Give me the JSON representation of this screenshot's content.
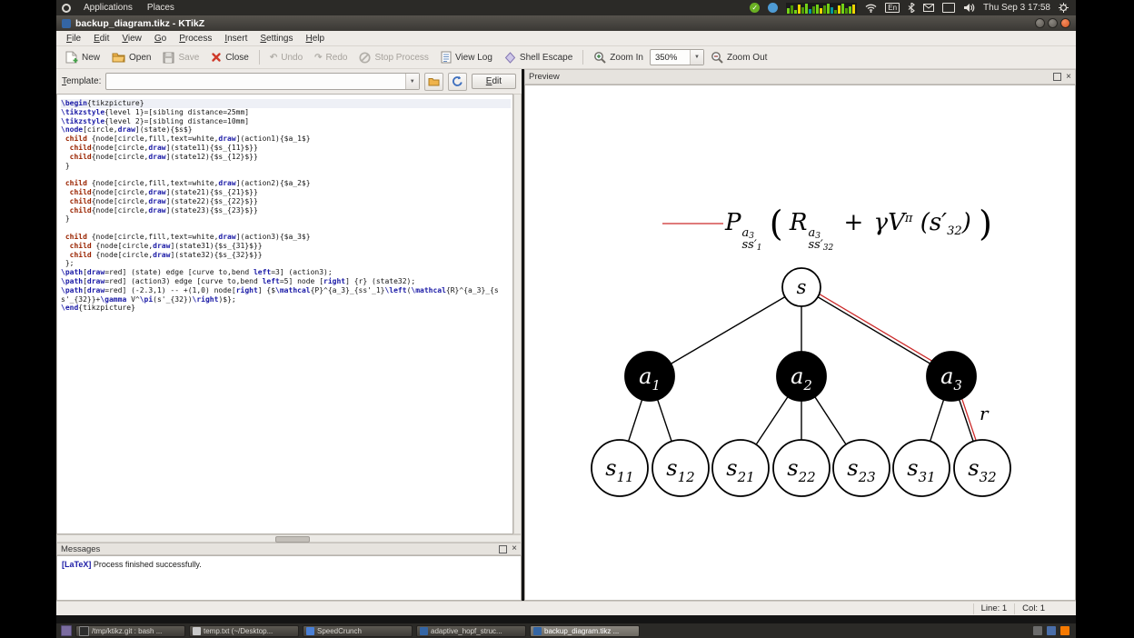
{
  "top_panel": {
    "menus": [
      "Applications",
      "Places"
    ],
    "keyboard_indicator": "En",
    "clock": "Thu Sep 3 17:58"
  },
  "titlebar": {
    "title": "backup_diagram.tikz - KTikZ"
  },
  "menubar": {
    "items": [
      "File",
      "Edit",
      "View",
      "Go",
      "Process",
      "Insert",
      "Settings",
      "Help"
    ]
  },
  "toolbar": {
    "new": "New",
    "open": "Open",
    "save": "Save",
    "close": "Close",
    "undo": "Undo",
    "redo": "Redo",
    "stop": "Stop Process",
    "view_log": "View Log",
    "shell_escape": "Shell Escape",
    "zoom_in": "Zoom In",
    "zoom_value": "350%",
    "zoom_out": "Zoom Out"
  },
  "template_row": {
    "label": "Template:",
    "combo_value": "",
    "edit_button": "Edit"
  },
  "preview_pane": {
    "header": "Preview"
  },
  "editor": {
    "lines": [
      "\\begin{tikzpicture}",
      "\\tikzstyle{level 1}=[sibling distance=25mm]",
      "\\tikzstyle{level 2}=[sibling distance=10mm]",
      "\\node[circle,draw](state){$s$}",
      " child {node[circle,fill,text=white,draw](action1){$a_1$}",
      "  child{node[circle,draw](state11){$s_{11}$}}",
      "  child{node[circle,draw](state12){$s_{12}$}}",
      " }",
      "",
      " child {node[circle,fill,text=white,draw](action2){$a_2$}",
      "  child{node[circle,draw](state21){$s_{21}$}}",
      "  child{node[circle,draw](state22){$s_{22}$}}",
      "  child{node[circle,draw](state23){$s_{23}$}}",
      " }",
      "",
      " child {node[circle,fill,text=white,draw](action3){$a_3$}",
      "  child {node[circle,draw](state31){$s_{31}$}}",
      "  child {node[circle,draw](state32){$s_{32}$}}",
      " };",
      "\\path[draw=red] (state) edge [curve to,bend left=3] (action3);",
      "\\path[draw=red] (action3) edge [curve to,bend left=5] node [right] {r} (state32);",
      "\\path[draw=red] (-2.3,1) -- +(1,0) node[right] {$\\mathcal{P}^{a_3}_{ss'_1}\\left(\\mathcal{R}^{a_3}_{ss'_{32}}+\\gamma V^\\pi(s'_{32})\\right)$};",
      "\\end{tikzpicture}"
    ]
  },
  "messages_pane": {
    "header": "Messages",
    "tag": "[LaTeX]",
    "text": " Process finished successfully."
  },
  "statusbar": {
    "line": "Line: 1",
    "col": "Col: 1"
  },
  "taskbar": {
    "items": [
      {
        "label": "/tmp/ktikz.git : bash ..."
      },
      {
        "label": "temp.txt (~/Desktop..."
      },
      {
        "label": "SpeedCrunch"
      },
      {
        "label": "adaptive_hopf_struc..."
      },
      {
        "label": "backup_diagram.tikz ..."
      }
    ]
  },
  "diagram": {
    "root_label": "s",
    "actions": [
      {
        "base": "a",
        "sub": "1"
      },
      {
        "base": "a",
        "sub": "2"
      },
      {
        "base": "a",
        "sub": "3"
      }
    ],
    "leaves": [
      {
        "base": "s",
        "sub": "11"
      },
      {
        "base": "s",
        "sub": "12"
      },
      {
        "base": "s",
        "sub": "21"
      },
      {
        "base": "s",
        "sub": "22"
      },
      {
        "base": "s",
        "sub": "23"
      },
      {
        "base": "s",
        "sub": "31"
      },
      {
        "base": "s",
        "sub": "32"
      }
    ],
    "reward_label": "r",
    "formula": {
      "P": "P",
      "P_sup_base": "a",
      "P_sup_idx": "3",
      "P_sub_base": "ss′",
      "P_sub_idx": "1",
      "big_open": "(",
      "R": "R",
      "R_sup_base": "a",
      "R_sup_idx": "3",
      "R_sub_base": "ss′",
      "R_sub_idx": "32",
      "plus": "+",
      "gammaV": "γV",
      "V_sup": "π",
      "inner_open": "(",
      "s_prime": "s′",
      "s_sub": "32",
      "inner_close": ")",
      "big_close": ")"
    },
    "colors": {
      "highlight_red": "#cc2b2b",
      "action_fill": "#000000"
    }
  }
}
